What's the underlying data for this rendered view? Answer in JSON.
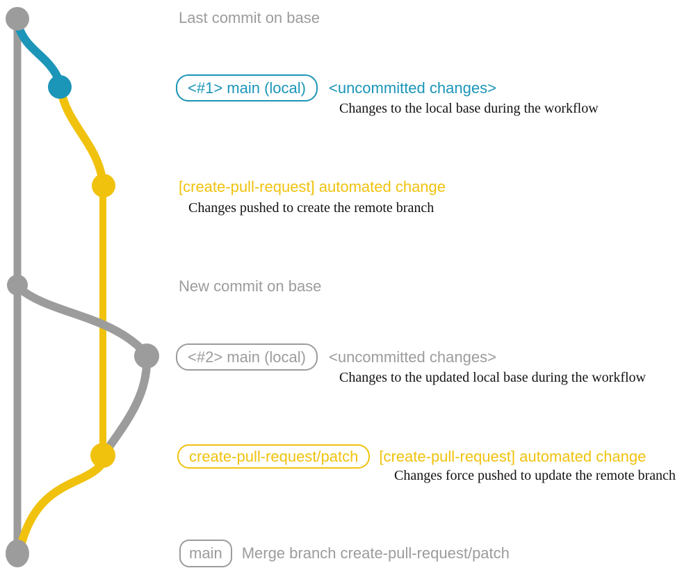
{
  "colors": {
    "blue": "#1b95b8",
    "yellow": "#f0c20e",
    "gray": "#9c9c9c",
    "ink": "#121212",
    "bg": "#ffffff"
  },
  "graph": {
    "branches": [
      {
        "name": "base",
        "color_key": "gray"
      },
      {
        "name": "main-local-changes",
        "color_key": "blue"
      },
      {
        "name": "create-pull-request-patch",
        "color_key": "yellow"
      }
    ],
    "commits": [
      {
        "name": "last-commit-on-base",
        "color_key": "gray"
      },
      {
        "name": "uncommitted-changes-1",
        "color_key": "blue"
      },
      {
        "name": "automated-change-1",
        "color_key": "yellow"
      },
      {
        "name": "new-commit-on-base",
        "color_key": "gray"
      },
      {
        "name": "uncommitted-changes-2",
        "color_key": "gray"
      },
      {
        "name": "automated-change-2",
        "color_key": "yellow"
      },
      {
        "name": "merge-commit",
        "color_key": "gray"
      }
    ]
  },
  "annotations": {
    "last_commit": {
      "label": "Last commit on base"
    },
    "main1": {
      "badge": "<#1> main (local)",
      "note": "<uncommitted changes>",
      "description": "Changes to the local base during the workflow"
    },
    "push1": {
      "note": "[create-pull-request] automated change",
      "description": "Changes pushed to create the remote branch"
    },
    "new_commit": {
      "label": "New commit on base"
    },
    "main2": {
      "badge": "<#2> main (local)",
      "note": "<uncommitted changes>",
      "description": "Changes to the updated local base during the workflow"
    },
    "patch": {
      "badge": "create-pull-request/patch",
      "note": "[create-pull-request] automated change",
      "description": "Changes force pushed to update the remote branch"
    },
    "merge": {
      "badge": "main",
      "label": "Merge branch create-pull-request/patch"
    }
  }
}
